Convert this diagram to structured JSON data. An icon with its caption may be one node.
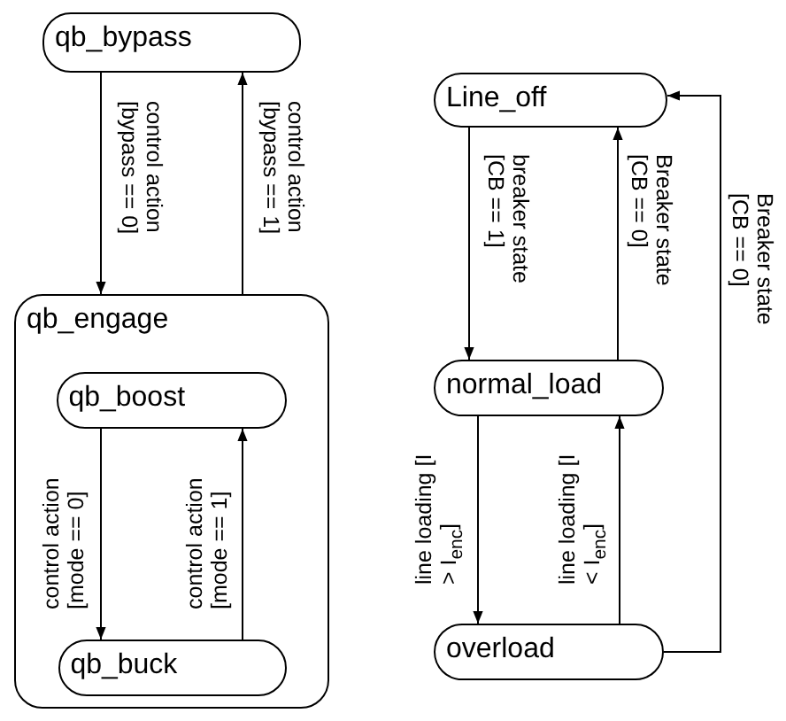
{
  "diagram": {
    "nodes": [
      {
        "text": [
          "qb_bypass"
        ]
      },
      {
        "text": [
          "qb_engage"
        ]
      },
      {
        "text": [
          "qb_boost"
        ],
        "in": 1
      },
      {
        "text": [
          "qb_buck"
        ],
        "in": 1
      },
      {
        "text": [
          "Line_off"
        ]
      },
      {
        "text": [
          "normal_load"
        ]
      },
      {
        "text": [
          "overload"
        ]
      }
    ],
    "edges": [
      {
        "from": 0,
        "to": 1,
        "arrow": "to",
        "label": "control action [bypass == 0]"
      },
      {
        "from": 1,
        "to": 0,
        "arrow": "to",
        "label": "control action [bypass == 1]"
      },
      {
        "from": 2,
        "to": 3,
        "arrow": "to",
        "label": "control action [mode == 0]"
      },
      {
        "from": 3,
        "to": 2,
        "arrow": "to",
        "label": "control action [mode == 1]"
      },
      {
        "from": 4,
        "to": 5,
        "arrow": "to",
        "label": "breaker state [CB == 1]"
      },
      {
        "from": 5,
        "to": 4,
        "arrow": "to",
        "label": "Breaker state [CB == 0]"
      },
      {
        "from": 6,
        "to": 4,
        "arrow": "to",
        "label": "Breaker state [CB == 0]"
      },
      {
        "from": 5,
        "to": 6,
        "arrow": "to",
        "label": "line loading [I > I$_{enc}$]"
      },
      {
        "from": 6,
        "to": 5,
        "arrow": "to",
        "label": "line loading [I < I$_{enc}$]"
      }
    ]
  }
}
